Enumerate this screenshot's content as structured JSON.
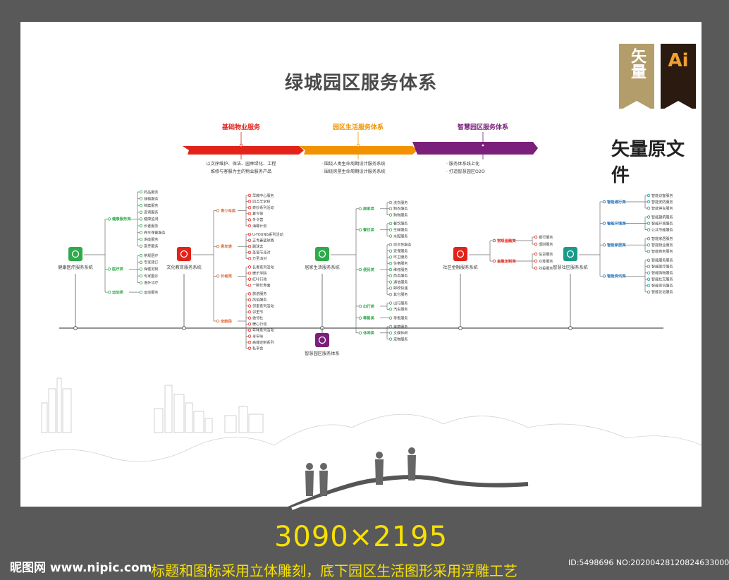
{
  "title": "绿城园区服务体系",
  "badges": {
    "vector_char": "矢量",
    "ai_char": "Ai",
    "vector_file": "矢量原文件"
  },
  "colors": {
    "red": "#e2231a",
    "orange": "#f29200",
    "purple": "#7a1f7a",
    "green": "#2eaa4c",
    "dark": "#3c3c3c",
    "line": "#6e6e6e",
    "sub_red": "#e5632e",
    "teal": "#1b9a8a",
    "blue": "#1e6fb5"
  },
  "bands": [
    {
      "label": "基础物业服务",
      "color": "red",
      "lines": [
        "以次序维护、保洁、园林绿化、工程",
        "维修与客服为主的物业服务产品"
      ]
    },
    {
      "label": "园区生活服务体系",
      "color": "orange",
      "lines": [
        "· 围绕人类生命周期设计服务系统",
        "· 围绕房屋生命周期设计服务系统"
      ]
    },
    {
      "label": "智慧园区服务体系",
      "color": "purple",
      "lines": [
        "· 服务体系线上化",
        "· 打造智慧园区O2O"
      ]
    }
  ],
  "systems": [
    {
      "name": "健康医疗服务系统",
      "icon": "medical-cross-icon",
      "color": "green"
    },
    {
      "name": "文化教育服务系统",
      "icon": "graduation-cap-icon",
      "color": "red"
    },
    {
      "name": "居家生活服务系统",
      "icon": "home-service-icon",
      "color": "green"
    },
    {
      "name": "社区金融服务系统",
      "icon": "bank-icon",
      "color": "red"
    },
    {
      "name": "智慧社区服务系统",
      "icon": "robot-icon",
      "color": "teal"
    },
    {
      "name": "智慧园区服务体系",
      "icon": "smart-park-icon",
      "color": "purple"
    }
  ],
  "trees": {
    "health": [
      {
        "label": "健康服务类",
        "items": [
          "药品服务",
          "绿植服务",
          "档案服务",
          "咨询服务",
          "健康监测",
          "长者服务",
          "养生保健服务",
          "讲座服务",
          "宣传服务"
        ]
      },
      {
        "label": "医疗类",
        "items": [
          "常规医疗",
          "专家预订",
          "保健定制",
          "专家围诊",
          "海外诊疗"
        ]
      },
      {
        "label": "运动类",
        "items": [
          "运动服务"
        ]
      }
    ],
    "culture": [
      {
        "label": "青少年类",
        "items": [
          "早教中心服务",
          "四点半学校",
          "奇妙系列活动",
          "夏令营",
          "冬令营",
          "海螺计划"
        ]
      },
      {
        "label": "青年类",
        "items": [
          "U-YOUNG系列活动",
          "正青春篮球赛",
          "踢球去",
          "圣诞节派对",
          "万圣派对"
        ]
      },
      {
        "label": "长者类",
        "items": [
          "长者系列活动",
          "暖乐学院",
          "红叶行动",
          "一碗长寿面"
        ]
      },
      {
        "label": "全龄段",
        "items": [
          "旅游服务",
          "风俗服务",
          "邻里系列活动",
          "邻里节",
          "做邻社",
          "暖心行动",
          "年味系列活动",
          "寻年味",
          "高端定制系列",
          "私享会"
        ]
      }
    ],
    "home": [
      {
        "label": "居家类",
        "items": [
          "洗衣服务",
          "制衣服务",
          "购物服务"
        ]
      },
      {
        "label": "餐饮类",
        "items": [
          "餐饮服务",
          "生鲜服务",
          "水配服务"
        ]
      },
      {
        "label": "便民类",
        "items": [
          "综合性服务",
          "安保服务",
          "环卫服务",
          "住宿服务",
          "维修服务",
          "商务服务",
          "通信服务",
          "邮政快递",
          "其它服务"
        ]
      },
      {
        "label": "出行类",
        "items": [
          "出行服务",
          "汽车服务"
        ]
      },
      {
        "label": "零售类",
        "items": [
          "零售服务"
        ]
      },
      {
        "label": "休闲类",
        "items": [
          "美丽服务",
          "文娱休闲",
          "宠物服务"
        ]
      }
    ],
    "finance": [
      {
        "label": "常规金融类",
        "items": [
          "银行服务",
          "理财服务"
        ]
      },
      {
        "label": "金融定制类",
        "items": [
          "信贷服务",
          "众筹服务",
          "刘投服务"
        ]
      }
    ],
    "smart": [
      {
        "label": "智能通行类",
        "items": [
          "智能访客服务",
          "智能安防服务",
          "智能停车服务"
        ]
      },
      {
        "label": "智能环境类",
        "items": [
          "智能建筑服务",
          "智能环境服务",
          "公共节能服务"
        ]
      },
      {
        "label": "智能家居类",
        "items": [
          "智能家居服务",
          "智能物业服务",
          "智能商务服务"
        ]
      },
      {
        "label": "智能资讯类",
        "items": [
          "智能服务服务",
          "智能医疗服务",
          "智能购物服务",
          "智能社交服务",
          "智能资讯服务",
          "智能论坛服务"
        ]
      }
    ]
  },
  "footer": {
    "dims": "3090×2195",
    "caption": "标题和图标采用立体雕刻，底下园区生活图形采用浮雕工艺",
    "logo": "昵图网 www.nipic.com",
    "image_id": "ID:5498696 NO:20200428120824633000"
  }
}
